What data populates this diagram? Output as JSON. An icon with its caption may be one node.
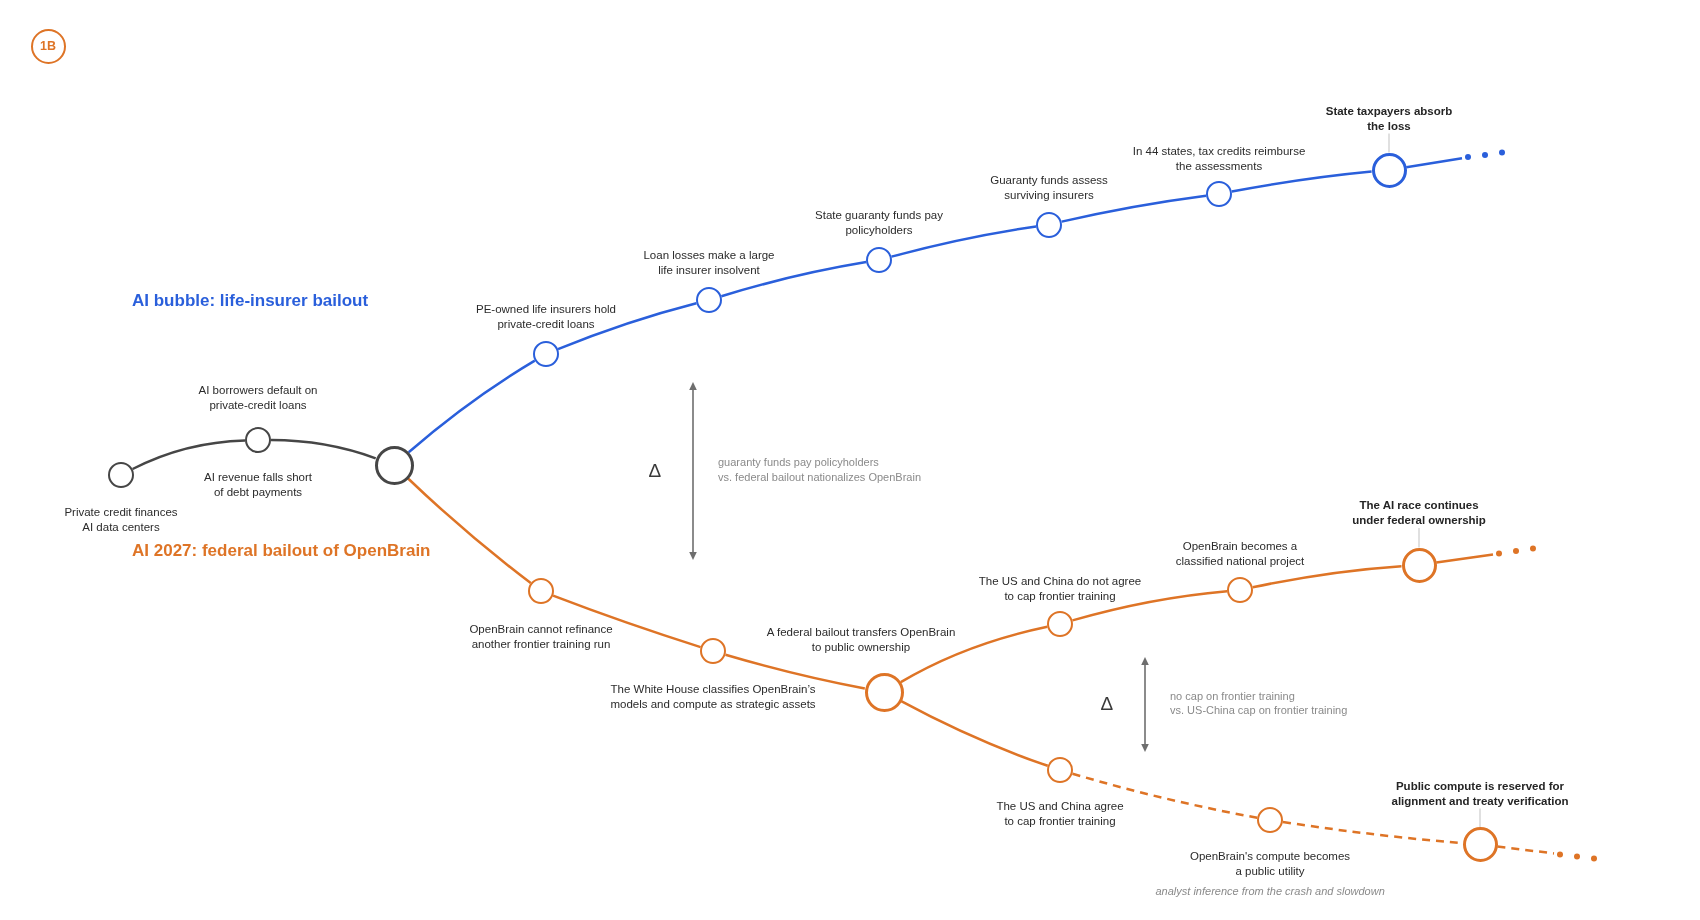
{
  "diagram": {
    "nodes": [
      {
        "text": [
          "1B"
        ]
      },
      {
        "text": [],
        "shape": "circle",
        "beside": [
          "Private credit finances AI data centers"
        ]
      },
      {
        "text": [],
        "shape": "circle",
        "beside": [
          "AI borrowers default on private-credit loans",
          "AI revenue falls short of debt payments"
        ]
      },
      {
        "text": [],
        "shape": "circle"
      },
      {
        "text": [],
        "shape": "circle",
        "beside": [
          "PE-owned life insurers hold private-credit loans"
        ]
      },
      {
        "text": [],
        "shape": "circle",
        "beside": [
          "Loan losses make a large life insurer insolvent"
        ]
      },
      {
        "text": [],
        "shape": "circle",
        "beside": [
          "State guaranty funds pay policyholders"
        ]
      },
      {
        "text": [],
        "shape": "circle",
        "beside": [
          "Guaranty funds assess surviving insurers"
        ]
      },
      {
        "text": [],
        "shape": "circle",
        "beside": [
          "In 44 states, tax credits reimburse the assessments"
        ]
      },
      {
        "text": [
          "State taxpayers absorb the loss"
        ]
      },
      {
        "text": [],
        "shape": "circle"
      },
      {
        "text": [],
        "shape": "dots"
      },
      {
        "text": [],
        "shape": "circle",
        "beside": [
          "OpenBrain cannot refinance another frontier training run"
        ]
      },
      {
        "text": [],
        "shape": "circle",
        "beside": [
          "The White House classifies OpenBrain’s models and compute as strategic assets"
        ]
      },
      {
        "text": [],
        "shape": "circle",
        "beside": [
          "A federal bailout transfers OpenBrain to public ownership"
        ]
      },
      {
        "text": [],
        "shape": "circle",
        "beside": [
          "The US and China do not agree to cap frontier training"
        ]
      },
      {
        "text": [],
        "shape": "circle",
        "beside": [
          "OpenBrain becomes a classified national project"
        ]
      },
      {
        "text": [
          "The AI race continues under federal ownership"
        ]
      },
      {
        "text": [],
        "shape": "circle"
      },
      {
        "text": [],
        "shape": "dots"
      },
      {
        "text": [],
        "shape": "circle",
        "beside": [
          "The US and China agree to cap frontier training"
        ]
      },
      {
        "text": [],
        "shape": "circle",
        "beside": [
          "OpenBrain's compute becomes a public utility"
        ]
      },
      {
        "text": [
          "Public compute is reserved for alignment and treaty verification"
        ]
      },
      {
        "text": [],
        "shape": "circle"
      },
      {
        "text": [],
        "shape": "dots"
      }
    ],
    "edges": [
      {
        "from": 1,
        "to": 2,
        "arrow": "none",
        "color": "#464646"
      },
      {
        "from": 2,
        "to": 3,
        "arrow": "none",
        "color": "#464646"
      },
      {
        "from": 3,
        "to": 4,
        "arrow": "none",
        "color": "#2a5fdb"
      },
      {
        "from": 4,
        "to": 5,
        "arrow": "none",
        "color": "#2a5fdb"
      },
      {
        "from": 5,
        "to": 6,
        "arrow": "none",
        "color": "#2a5fdb"
      },
      {
        "from": 6,
        "to": 7,
        "arrow": "none",
        "color": "#2a5fdb"
      },
      {
        "from": 7,
        "to": 8,
        "arrow": "none",
        "color": "#2a5fdb"
      },
      {
        "from": 8,
        "to": 10,
        "arrow": "none",
        "color": "#2a5fdb"
      },
      {
        "from": 9,
        "to": 10,
        "arrow": "none",
        "color": "#cccccc"
      },
      {
        "from": 10,
        "to": 11,
        "arrow": "none",
        "color": "#2a5fdb"
      },
      {
        "from": 3,
        "to": 12,
        "arrow": "none"
      },
      {
        "from": 12,
        "to": 13,
        "arrow": "none"
      },
      {
        "from": 13,
        "to": 14,
        "arrow": "none"
      },
      {
        "from": 14,
        "to": 15,
        "arrow": "none"
      },
      {
        "from": 15,
        "to": 16,
        "arrow": "none"
      },
      {
        "from": 16,
        "to": 18,
        "arrow": "none"
      },
      {
        "from": 17,
        "to": 18,
        "arrow": "none",
        "color": "#cccccc"
      },
      {
        "from": 18,
        "to": 19,
        "arrow": "none"
      },
      {
        "from": 14,
        "to": 20,
        "arrow": "none"
      },
      {
        "from": 20,
        "to": 21,
        "arrow": "none",
        "style": "dashed"
      },
      {
        "from": 21,
        "to": 23,
        "arrow": "none",
        "style": "dashed"
      },
      {
        "from": 22,
        "to": 23,
        "arrow": "none",
        "color": "#cccccc"
      },
      {
        "from": 23,
        "to": 24,
        "arrow": "none",
        "style": "dashed"
      }
    ],
    "labels": [
      "AI bubble: life-insurer bailout",
      "Δ",
      "guaranty funds pay policyholders",
      "vs. federal bailout nationalizes OpenBrain",
      "AI 2027: federal bailout of OpenBrain",
      "Δ",
      "no cap on frontier training",
      "vs. US-China cap on frontier training",
      "analyst inference from the crash and slowdown"
    ]
  }
}
